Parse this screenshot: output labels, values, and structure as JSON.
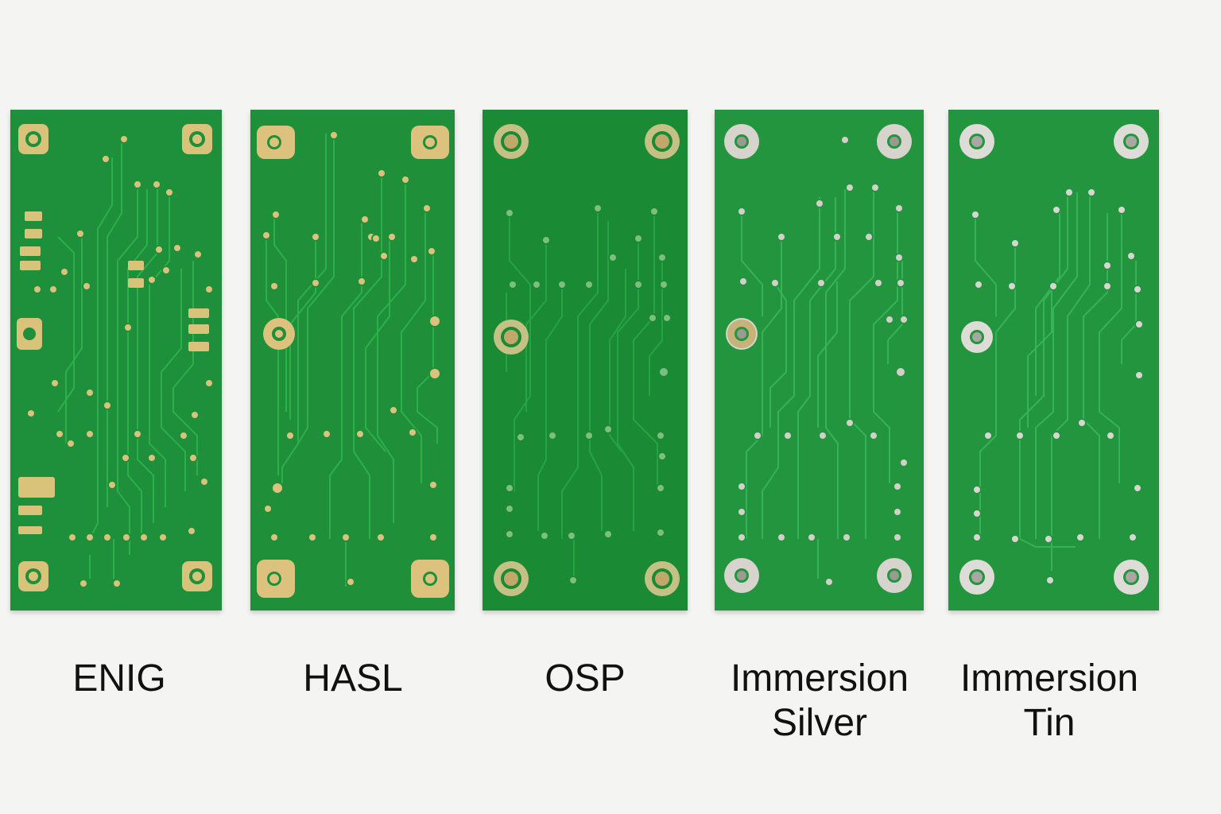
{
  "colors": {
    "background": "#f4f4f3",
    "solder_mask": "#1f8f3a",
    "trace": "#2bb04a",
    "copper_gold": "#d9c27a",
    "silver": "#d8d8d2",
    "bare_copper": "#c9b27a"
  },
  "boards": [
    {
      "name": "enig-board",
      "label_lines": [
        "ENIG"
      ],
      "finish_color": "#d9c27a",
      "mask_color": "#1e8f3a"
    },
    {
      "name": "hasl-board",
      "label_lines": [
        "HASL"
      ],
      "finish_color": "#dcc27c",
      "mask_color": "#1f9039"
    },
    {
      "name": "osp-board",
      "label_lines": [
        "OSP"
      ],
      "finish_color": "#c8b58a",
      "mask_color": "#1b8a34"
    },
    {
      "name": "immersion-silver-board",
      "label_lines": [
        "Immersion",
        "Silver"
      ],
      "finish_color": "#d6d4cc",
      "mask_color": "#24953f"
    },
    {
      "name": "immersion-tin-board",
      "label_lines": [
        "Immersion",
        "Tin"
      ],
      "finish_color": "#dedcd6",
      "mask_color": "#24953f"
    }
  ]
}
